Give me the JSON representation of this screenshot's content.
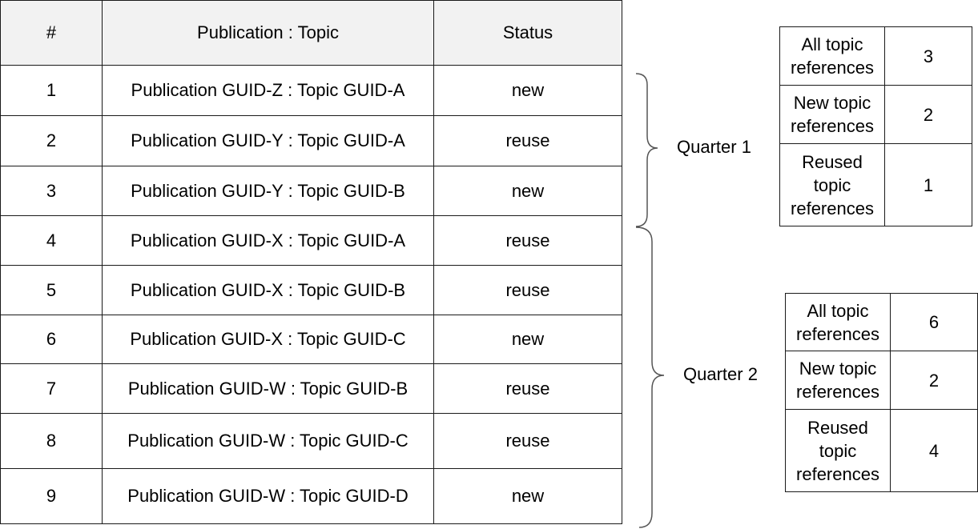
{
  "table": {
    "headers": [
      "#",
      "Publication : Topic",
      "Status"
    ],
    "rows": [
      {
        "num": "1",
        "pub_topic": "Publication GUID-Z : Topic GUID-A",
        "status": "new"
      },
      {
        "num": "2",
        "pub_topic": "Publication GUID-Y : Topic GUID-A",
        "status": "reuse"
      },
      {
        "num": "3",
        "pub_topic": "Publication GUID-Y : Topic GUID-B",
        "status": "new"
      },
      {
        "num": "4",
        "pub_topic": "Publication GUID-X : Topic GUID-A",
        "status": "reuse"
      },
      {
        "num": "5",
        "pub_topic": "Publication GUID-X : Topic GUID-B",
        "status": "reuse"
      },
      {
        "num": "6",
        "pub_topic": "Publication GUID-X : Topic GUID-C",
        "status": "new"
      },
      {
        "num": "7",
        "pub_topic": "Publication GUID-W : Topic GUID-B",
        "status": "reuse"
      },
      {
        "num": "8",
        "pub_topic": "Publication GUID-W : Topic GUID-C",
        "status": "reuse"
      },
      {
        "num": "9",
        "pub_topic": "Publication GUID-W : Topic GUID-D",
        "status": "new"
      }
    ]
  },
  "quarters": [
    {
      "label": "Quarter 1",
      "summary": [
        {
          "label_lines": [
            "All topic",
            "references"
          ],
          "value": "3"
        },
        {
          "label_lines": [
            "New topic",
            "references"
          ],
          "value": "2"
        },
        {
          "label_lines": [
            "Reused",
            "topic",
            "references"
          ],
          "value": "1"
        }
      ]
    },
    {
      "label": "Quarter 2",
      "summary": [
        {
          "label_lines": [
            "All topic",
            "references"
          ],
          "value": "6"
        },
        {
          "label_lines": [
            "New topic",
            "references"
          ],
          "value": "2"
        },
        {
          "label_lines": [
            "Reused",
            "topic",
            "references"
          ],
          "value": "4"
        }
      ]
    }
  ],
  "colors": {
    "header_bg": "#f2f2f2",
    "border": "#1a1a1a",
    "brace": "#555555"
  }
}
